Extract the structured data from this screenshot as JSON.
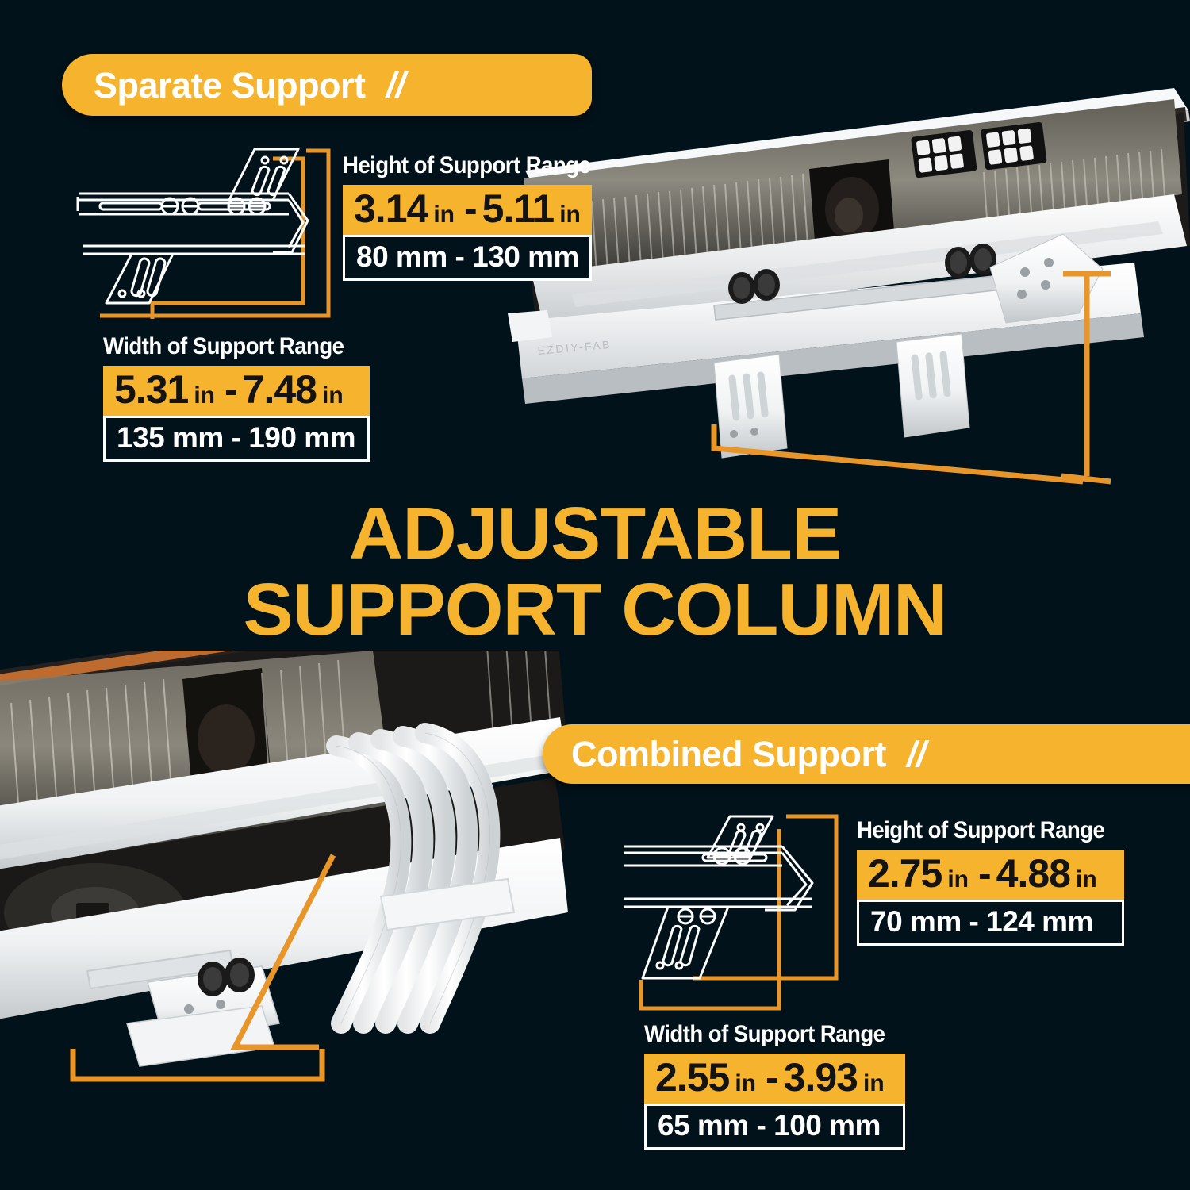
{
  "theme": {
    "background": "#02121b",
    "accent_yellow": "#F5B32E",
    "dimension_orange": "#E8952A",
    "text_white": "#ffffff",
    "text_dark": "#131313"
  },
  "headline": {
    "line1": "ADJUSTABLE",
    "line2": "SUPPORT COLUMN"
  },
  "sections": [
    {
      "id": "separate",
      "banner_label": "Sparate Support",
      "banner_slashes": "//",
      "measurements": [
        {
          "id": "height",
          "title": "Height of Support Range",
          "min_value": "3.14",
          "min_unit": "in",
          "dash": "-",
          "max_value": "5.11",
          "max_unit": "in",
          "metric": "80 mm - 130 mm"
        },
        {
          "id": "width",
          "title": "Width of Support Range",
          "min_value": "5.31",
          "min_unit": "in",
          "dash": "-",
          "max_value": "7.48",
          "max_unit": "in",
          "metric": "135 mm - 190 mm"
        }
      ]
    },
    {
      "id": "combined",
      "banner_label": "Combined Support",
      "banner_slashes": "//",
      "measurements": [
        {
          "id": "height",
          "title": "Height of Support Range",
          "min_value": "2.75",
          "min_unit": "in",
          "dash": "-",
          "max_value": "4.88",
          "max_unit": "in",
          "metric": "70 mm - 124 mm"
        },
        {
          "id": "width",
          "title": "Width of Support Range",
          "min_value": "2.55",
          "min_unit": "in",
          "dash": "-",
          "max_value": "3.93",
          "max_unit": "in",
          "metric": "65 mm - 100 mm"
        }
      ]
    }
  ],
  "product": {
    "brand_mark": "EZDIY-FAB"
  },
  "icons": {
    "wireframe_top": "bracket-wireframe-wide-icon",
    "wireframe_bottom": "bracket-wireframe-narrow-icon",
    "photo_top": "gpu-with-separate-support-photo",
    "photo_bottom": "gpu-with-combined-support-photo"
  }
}
